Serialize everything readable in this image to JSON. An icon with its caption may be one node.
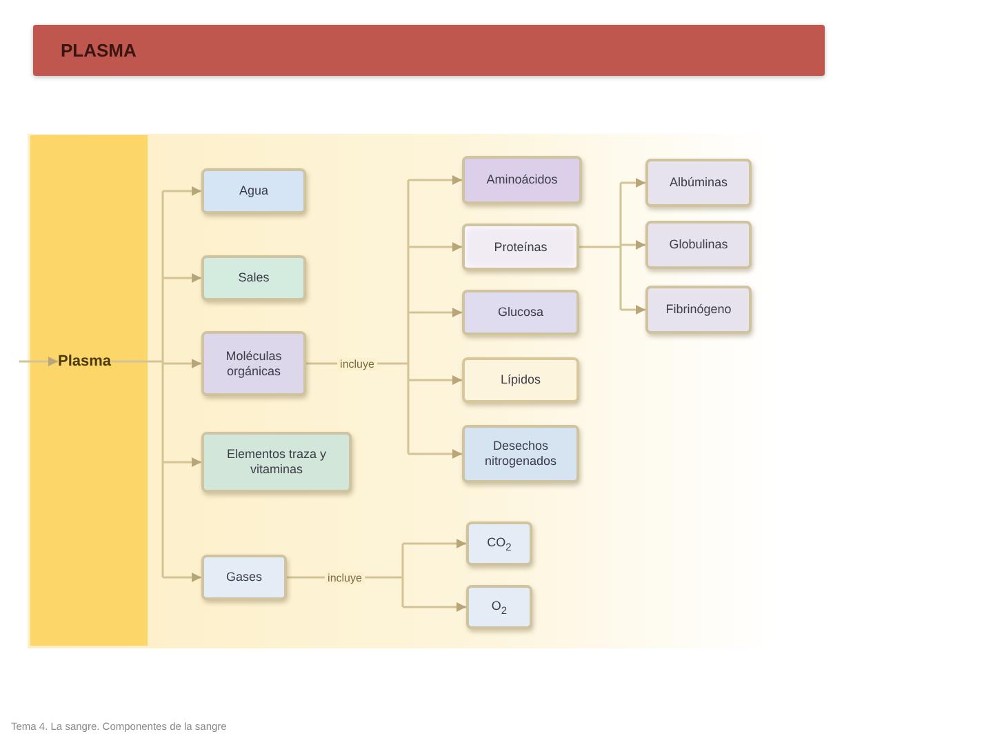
{
  "diagram": {
    "title": "PLASMA",
    "nodes": [
      {
        "text": [
          "Plasma"
        ]
      },
      {
        "text": [
          "Agua"
        ]
      },
      {
        "text": [
          "Sales"
        ]
      },
      {
        "text": [
          "Moléculas orgánicas"
        ]
      },
      {
        "text": [
          "Elementos traza y vitaminas"
        ]
      },
      {
        "text": [
          "Gases"
        ]
      },
      {
        "text": [
          "Aminoácidos"
        ]
      },
      {
        "text": [
          "Proteínas"
        ]
      },
      {
        "text": [
          "Glucosa"
        ]
      },
      {
        "text": [
          "Lípidos"
        ]
      },
      {
        "text": [
          "Desechos nitrogenados"
        ]
      },
      {
        "text": [
          "Albúminas"
        ]
      },
      {
        "text": [
          "Globulinas"
        ]
      },
      {
        "text": [
          "Fibrinógeno"
        ]
      },
      {
        "text": [
          "CO$_{2}$"
        ]
      },
      {
        "text": [
          "O$_{2}$"
        ]
      }
    ],
    "edges": [
      {
        "from": null,
        "to": 0,
        "arrow": "to"
      },
      {
        "from": 0,
        "to": 1,
        "arrow": "to"
      },
      {
        "from": 0,
        "to": 2,
        "arrow": "to"
      },
      {
        "from": 0,
        "to": 3,
        "arrow": "to"
      },
      {
        "from": 0,
        "to": 4,
        "arrow": "to"
      },
      {
        "from": 0,
        "to": 5,
        "arrow": "to"
      },
      {
        "from": 3,
        "to": 6,
        "arrow": "to"
      },
      {
        "from": 3,
        "to": 7,
        "arrow": "to"
      },
      {
        "from": 3,
        "to": 8,
        "arrow": "to",
        "label": "incluye"
      },
      {
        "from": 3,
        "to": 9,
        "arrow": "to"
      },
      {
        "from": 3,
        "to": 10,
        "arrow": "to"
      },
      {
        "from": 7,
        "to": 11,
        "arrow": "to"
      },
      {
        "from": 7,
        "to": 12,
        "arrow": "to"
      },
      {
        "from": 7,
        "to": 13,
        "arrow": "to"
      },
      {
        "from": 5,
        "to": 14,
        "arrow": "to",
        "label": "incluye"
      },
      {
        "from": 5,
        "to": 15,
        "arrow": "to"
      }
    ],
    "caption": "Tema 4. La sangre. Componentes de la sangre"
  }
}
